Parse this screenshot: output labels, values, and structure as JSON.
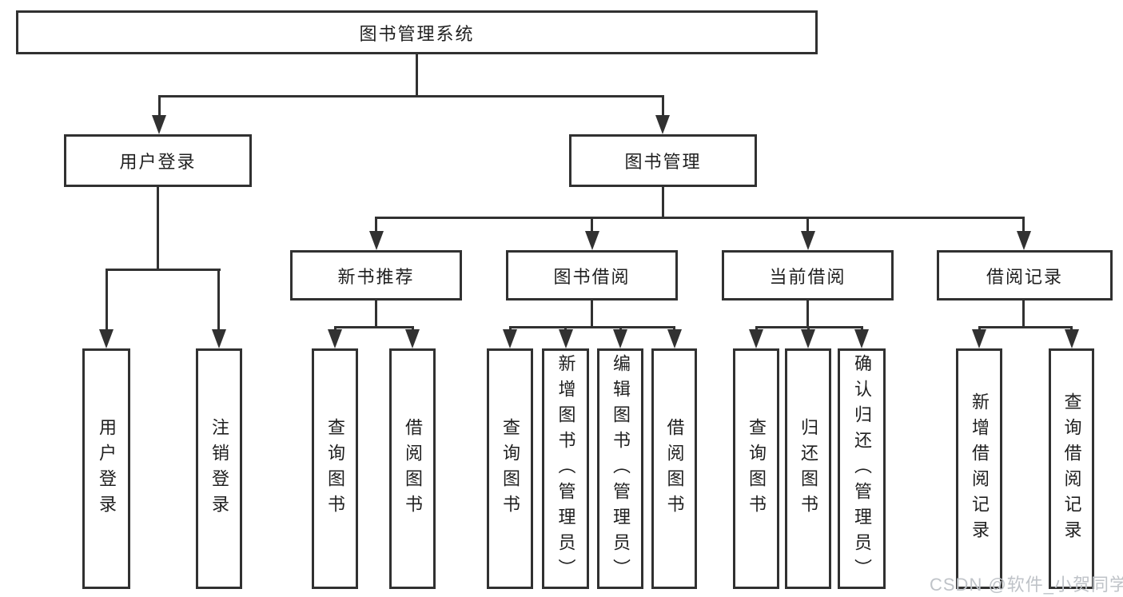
{
  "tree": {
    "label": "图书管理系统",
    "children": [
      {
        "label": "用户登录",
        "children": [
          {
            "label": "用户登录"
          },
          {
            "label": "注销登录"
          }
        ]
      },
      {
        "label": "图书管理",
        "children": [
          {
            "label": "新书推荐",
            "children": [
              {
                "label": "查询图书"
              },
              {
                "label": "借阅图书"
              }
            ]
          },
          {
            "label": "图书借阅",
            "children": [
              {
                "label": "查询图书"
              },
              {
                "label": "新增图书（管理员）"
              },
              {
                "label": "编辑图书（管理员）"
              },
              {
                "label": "借阅图书"
              }
            ]
          },
          {
            "label": "当前借阅",
            "children": [
              {
                "label": "查询图书"
              },
              {
                "label": "归还图书"
              },
              {
                "label": "确认归还（管理员）"
              }
            ]
          },
          {
            "label": "借阅记录",
            "children": [
              {
                "label": "新增借阅记录"
              },
              {
                "label": "查询借阅记录"
              }
            ]
          }
        ]
      }
    ]
  },
  "watermark": "CSDN @软件_小贺同学",
  "colors": {
    "line": "#313131",
    "text": "#1f1f1f",
    "background": "#ffffff",
    "watermark": "#bfc3c8"
  }
}
